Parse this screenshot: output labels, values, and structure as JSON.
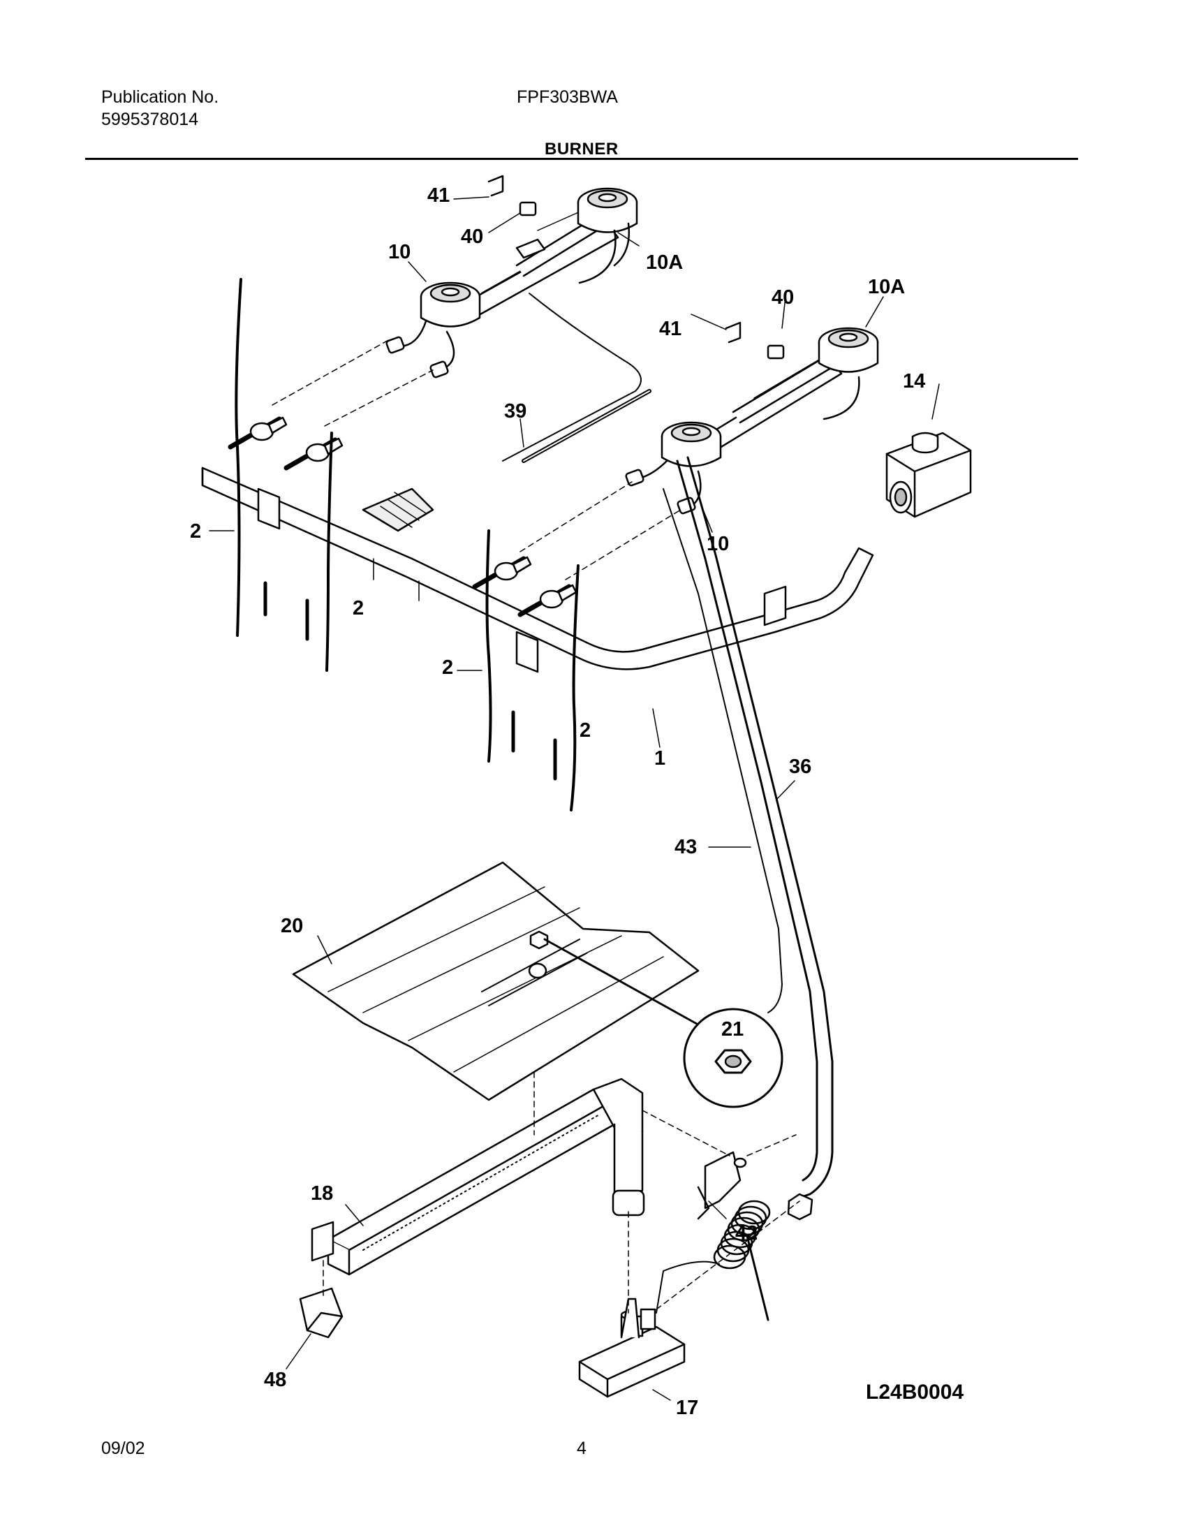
{
  "header": {
    "publication_label": "Publication No.",
    "publication_number": "5995378014",
    "model": "FPF303BWA",
    "section_title": "BURNER"
  },
  "diagram": {
    "callouts": [
      "1",
      "2",
      "10",
      "10A",
      "14",
      "17",
      "18",
      "20",
      "21",
      "36",
      "39",
      "40",
      "41",
      "42",
      "43",
      "48"
    ],
    "drawing_code": "L24B0004"
  },
  "footer": {
    "date": "09/02",
    "page": "4"
  }
}
